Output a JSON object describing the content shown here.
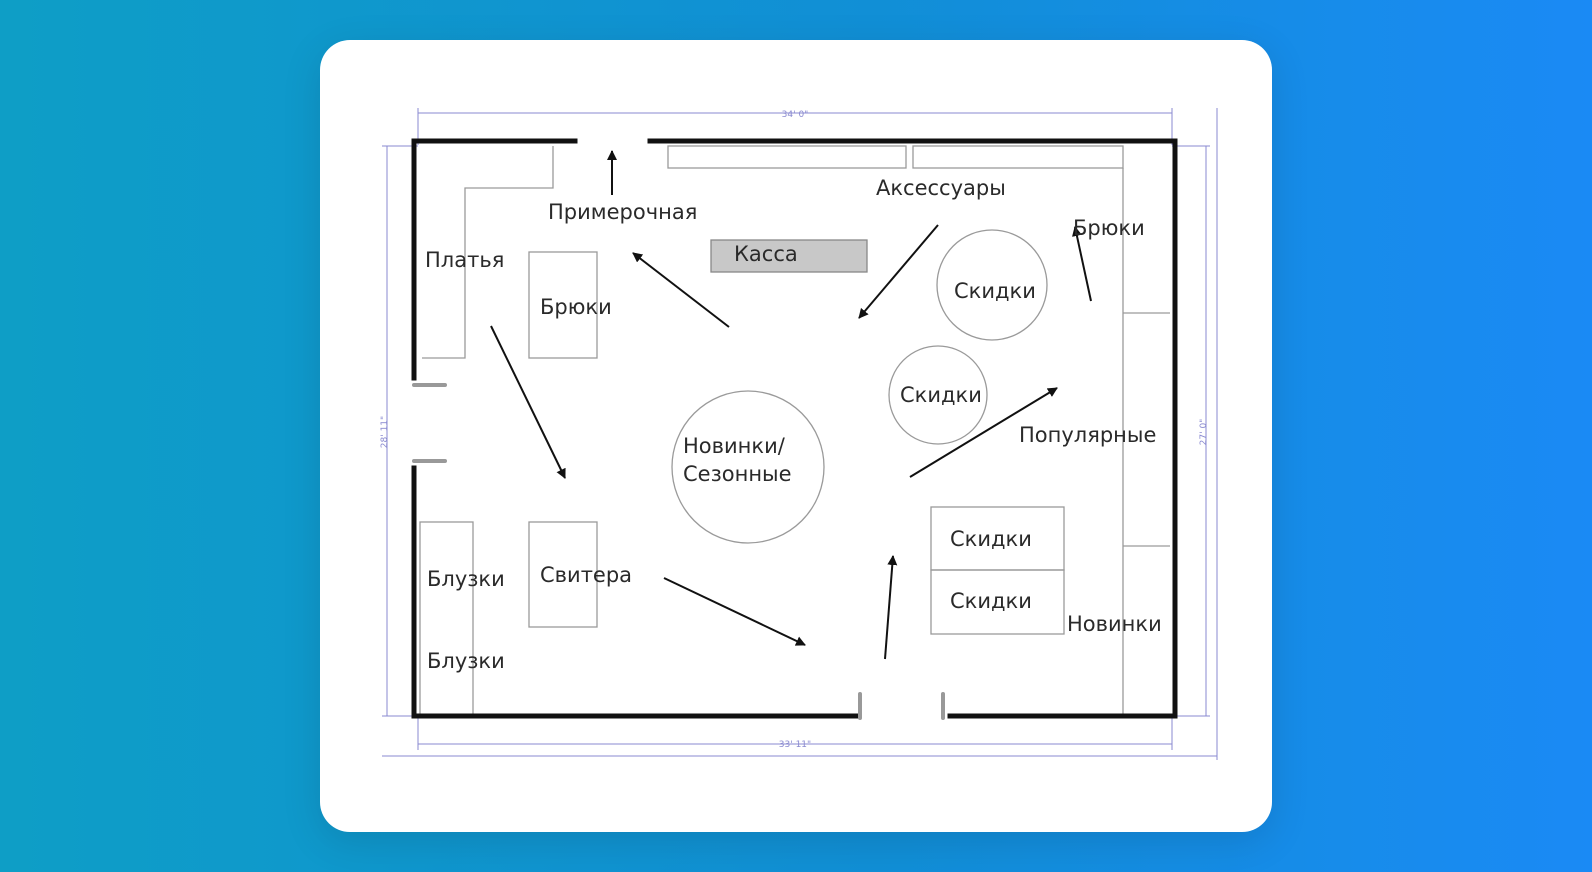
{
  "labels": {
    "fitting_room": "Примерочная",
    "accessories": "Аксессуары",
    "checkout": "Касса",
    "dresses": "Платья",
    "pants_left": "Брюки",
    "pants_right": "Брюки",
    "discounts_circle_1": "Скидки",
    "discounts_circle_2": "Скидки",
    "new_seasonal_line1": "Новинки/",
    "new_seasonal_line2": "Сезонные",
    "popular": "Популярные",
    "discounts_box_1": "Скидки",
    "discounts_box_2": "Скидки",
    "blouses_1": "Блузки",
    "blouses_2": "Блузки",
    "sweaters": "Свитера",
    "new_arrivals": "Новинки"
  },
  "dimensions": {
    "top": "34' 0\"",
    "bottom": "33' 11\"",
    "left": "28' 11\"",
    "right": "27' 0\""
  },
  "colors": {
    "wall": "#111111",
    "fixture": "#9a9a9a",
    "checkout_fill": "#c8c8c8",
    "dimension_line": "#8a8ad0"
  }
}
